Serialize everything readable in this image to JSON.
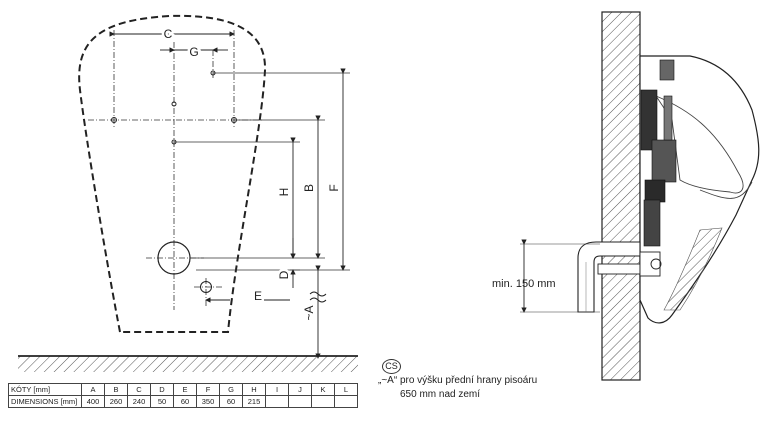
{
  "dimension_letters": {
    "C": "C",
    "G": "G",
    "H": "H",
    "B": "B",
    "F": "F",
    "D": "D",
    "E": "E",
    "A": "~A"
  },
  "side_view": {
    "min_label": "min. 150 mm"
  },
  "note": {
    "badge": "CS",
    "line1": "„~A“ pro výšku přední hrany pisoáru",
    "line2": "650 mm nad zemí"
  },
  "table": {
    "header_label": "KÓTY [mm]",
    "values_label": "DIMENSIONS [mm]",
    "columns": [
      "A",
      "B",
      "C",
      "D",
      "E",
      "F",
      "G",
      "H",
      "I",
      "J",
      "K",
      "L"
    ],
    "values": [
      "400",
      "260",
      "240",
      "50",
      "60",
      "350",
      "60",
      "215",
      "",
      "",
      "",
      ""
    ]
  },
  "colors": {
    "line": "#222222",
    "hatch": "#555555"
  }
}
